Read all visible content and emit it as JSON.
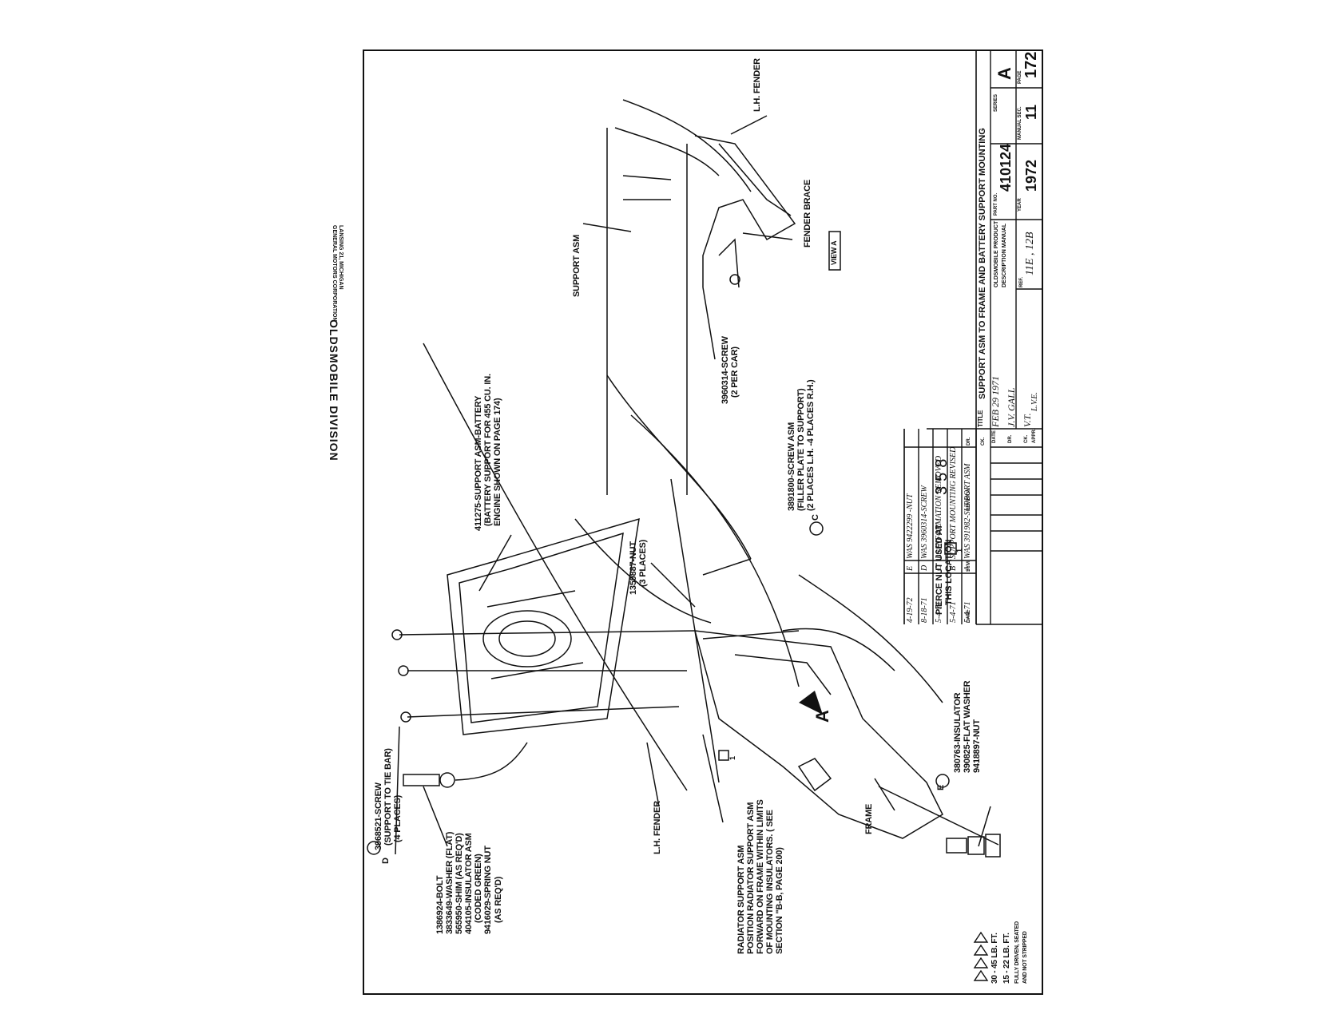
{
  "header": {
    "division": "OLDSMOBILE DIVISION",
    "corp_line1": "GENERAL MOTORS CORPORATION",
    "corp_line2": "LANSING 21, MICHIGAN"
  },
  "callouts": {
    "c_screw_tie": [
      "3968521-SCREW",
      "(SUPPORT TO TIE BAR)",
      "(4 PLACES)"
    ],
    "c_bolt_stack": [
      "1386924-BOLT",
      "3833649-WASHER (FLAT)",
      "565950-SHIM (AS REQ'D)",
      "404105-INSULATOR ASM",
      "(CODED GREEN)",
      "9416029-SPRING NUT",
      "(AS REQ'D)"
    ],
    "c_lh_fender": "L.H. FENDER",
    "c_radiator": [
      "RADIATOR SUPPORT ASM",
      "POSITION RADIATOR SUPPORT ASM",
      "FORWARD ON FRAME WITHIN LIMITS",
      "OF MOUNTING INSULATORS. ( SEE",
      "SECTION \"B-B, PAGE 200)"
    ],
    "c_frame": "FRAME",
    "c_insulator": [
      "380763-INSULATOR",
      "390825-FLAT WASHER",
      "9418897-NUT"
    ],
    "c_nut": [
      "1359887-NUT",
      "(3 PLACES)"
    ],
    "c_battery": [
      "411275-SUPPORT ASM-BATTERY",
      "(BATTERY SUPPORT FOR 455 CU. IN.",
      "ENGINE SHOWN ON PAGE 174)"
    ],
    "c_screw_filler": [
      "3891800-SCREW ASM",
      "(FILLER PLATE TO SUPPORT)",
      "(2 PLACES L.H. -4 PLACES R.H.)"
    ],
    "c_screw_car": [
      "3960314-SCREW",
      "(2 PER CAR)"
    ],
    "c_support": "SUPPORT ASM",
    "c_fender_brace": "FENDER BRACE",
    "c_lh_fender_top": "L.H. FENDER",
    "c_view_a": "VIEW A",
    "c_pierce": [
      "PIERCE NUT USED AT",
      "THIS LOCATION"
    ],
    "page_mark": "358"
  },
  "symbols": {
    "D": "D",
    "E": "E",
    "C": "C",
    "one": "1",
    "A": "A"
  },
  "torque_notes": [
    {
      "sym": "1",
      "text": "30 - 45 LB. FT."
    },
    {
      "sym": "2",
      "text": "15 - 22 LB. FT."
    },
    {
      "sym": "3",
      "text": "FULLY DRIVEN, SEATED"
    },
    {
      "sym": "",
      "text": "AND NOT STRIPPED"
    }
  ],
  "title_block": {
    "title_label": "TITLE",
    "title": "SUPPORT ASM TO FRAME AND BATTERY SUPPORT MOUNTING",
    "product_line1": "OLDSMOBILE PRODUCT",
    "product_line2": "DESCRIPTION MANUAL",
    "part_label": "PART NO.",
    "part_no": "410124",
    "series_label": "SERIES",
    "series": "A",
    "year_label": "YEAR",
    "year": "1972",
    "manual_sec_label": "MANUAL SEC.",
    "manual_sec": "11",
    "page_label": "PAGE",
    "page": "172",
    "ref_label": "REF.",
    "ref_value": "11E , 12B",
    "date_label": "DATE",
    "date_value": "FEB 29 1971",
    "dr_label": "DR.",
    "dr_value": "J.V. GALL",
    "ck_label": "CK.",
    "ck_value": "V.T.",
    "appr_label": "APPR.",
    "appr_value": "L.V.E.",
    "appr2_label": "APPR.",
    "dr2": "DR.",
    "ck2": "CK.",
    "col_date": "DATE",
    "col_sym": "SYM",
    "col_revision": "REVISION",
    "revisions": [
      {
        "date": "4-19-72",
        "sym": "E",
        "text": "WAS 9422299 -NUT"
      },
      {
        "date": "8-18-71",
        "sym": "D",
        "text": "WAS 3960314-SCREW"
      },
      {
        "date": "5-4-71",
        "sym": "C",
        "text": "L6 INFORMATION REMOVED"
      },
      {
        "date": "5-4-71",
        "sym": "B",
        "text": "SUPPORT MOUNTING REVISED"
      },
      {
        "date": "5-4-71",
        "sym": "A",
        "text": "WAS 391982-SUPPORT ASM"
      }
    ]
  }
}
